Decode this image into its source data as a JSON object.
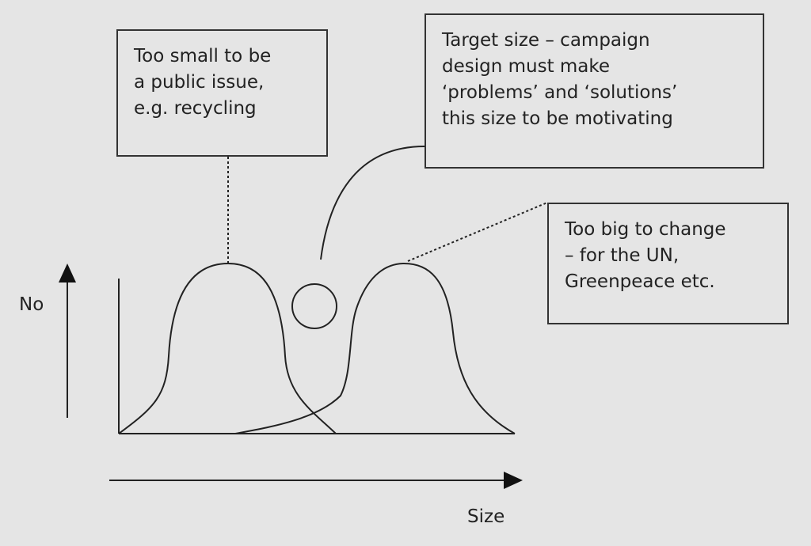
{
  "boxes": {
    "small": [
      "Too small to be",
      "a public issue,",
      "e.g. recycling"
    ],
    "target": [
      "Target size – campaign",
      "design must make",
      "‘problems’ and ‘solutions’",
      "this size to be motivating"
    ],
    "big": [
      "Too big to change",
      "– for the UN,",
      "Greenpeace etc."
    ]
  },
  "axes": {
    "y_label": "No",
    "x_label": "Size"
  }
}
